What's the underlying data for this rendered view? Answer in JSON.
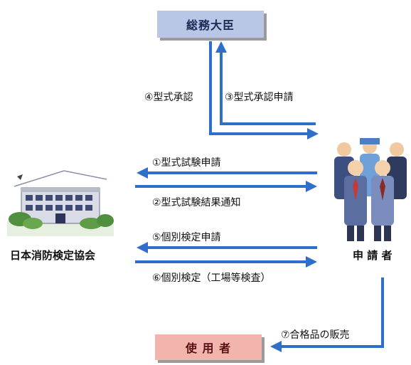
{
  "nodes": {
    "minister": "総務大臣",
    "association": "日本消防検定協会",
    "applicant": "申 請 者",
    "user": "使 用 者"
  },
  "steps": {
    "s1": "①型式試験申請",
    "s2": "②型式試験結果通知",
    "s3": "③型式承認申請",
    "s4": "④型式承認",
    "s5": "⑤個別検定申請",
    "s6": "⑥個別検定（工場等検査）",
    "s7": "⑦合格品の販売"
  },
  "colors": {
    "arrow": "#2f6fc9",
    "minister_box": "#b9c6e6",
    "user_box": "#f3b4ad"
  },
  "icons": {
    "association": "office-building-illustration",
    "applicant": "group-of-business-people-illustration"
  }
}
